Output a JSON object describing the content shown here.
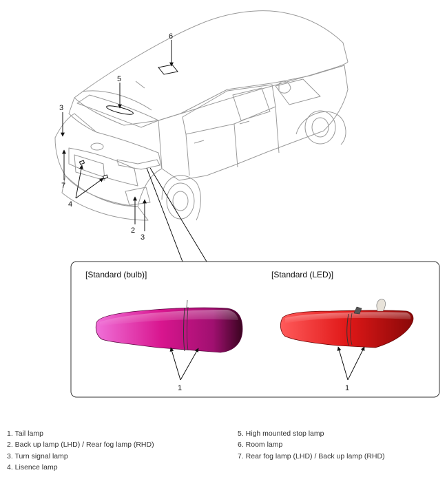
{
  "callouts": {
    "c1_left": "1",
    "c1_right": "1",
    "c2": "2",
    "c3_top": "3",
    "c3_bottom": "3",
    "c4": "4",
    "c5": "5",
    "c6": "6",
    "c7": "7"
  },
  "inset": {
    "left_title": "[Standard (bulb)]",
    "right_title": "[Standard (LED)]"
  },
  "colors": {
    "bulb_lamp": "#d8158e",
    "led_lamp": "#e01818",
    "line": "#555555"
  },
  "legend": {
    "left": [
      "1. Tail lamp",
      "2. Back up lamp (LHD) / Rear fog lamp (RHD)",
      "3. Turn signal lamp",
      "4. Lisence lamp"
    ],
    "right": [
      "5. High mounted stop lamp",
      "6. Room lamp",
      "7. Rear fog lamp (LHD) / Back up lamp (RHD)"
    ]
  }
}
